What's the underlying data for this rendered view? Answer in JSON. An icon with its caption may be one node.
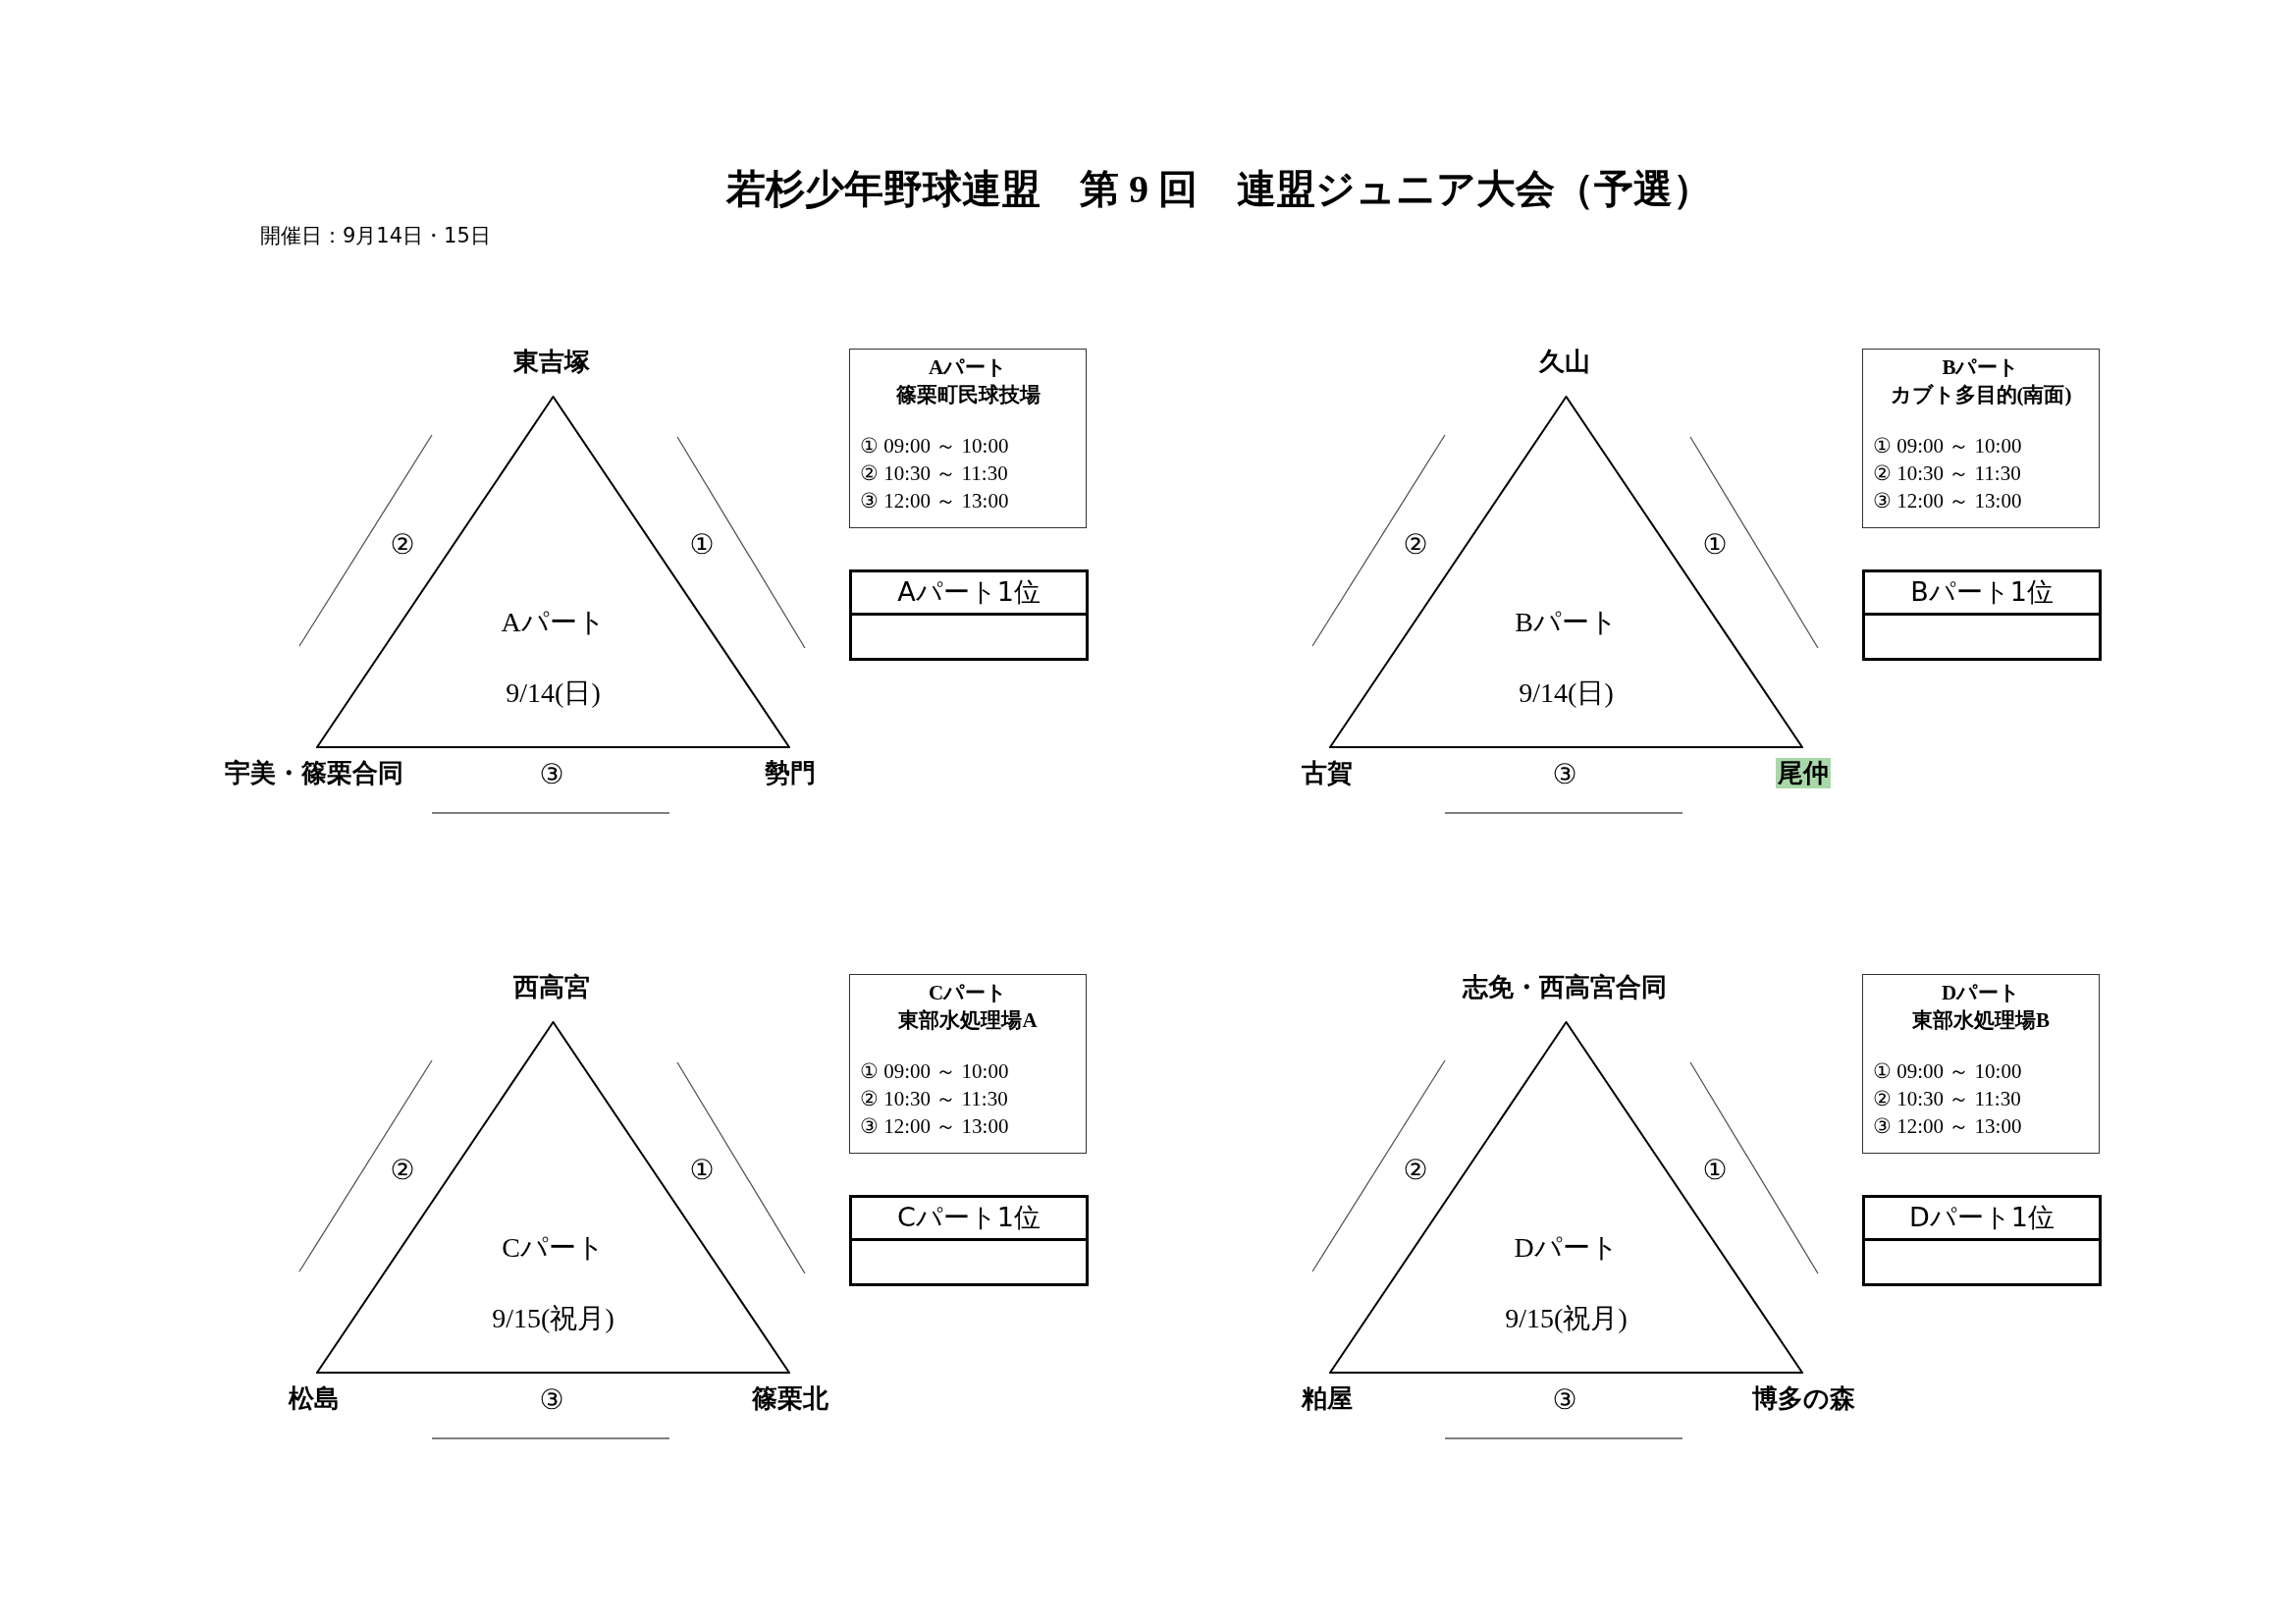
{
  "diagram": {
    "title": "若杉少年野球連盟　第 9 回　連盟ジュニア大会（予選）",
    "nodes": [
      {
        "text": [
          "Aパート",
          "9/14(日)"
        ]
      },
      {
        "text": [
          "Aパート",
          "篠栗町民球技場",
          "① 09:00 ～ 10:00",
          "② 10:30 ～ 11:30",
          "③ 12:00 ～ 13:00"
        ]
      },
      {
        "text": [
          "Aパート1位"
        ]
      },
      {
        "text": [],
        "shape": "box"
      },
      {
        "text": [
          "Bパート",
          "9/14(日)"
        ]
      },
      {
        "text": [
          "Bパート",
          "カブト多目的(南面)",
          "① 09:00 ～ 10:00",
          "② 10:30 ～ 11:30",
          "③ 12:00 ～ 13:00"
        ]
      },
      {
        "text": [
          "Bパート1位"
        ]
      },
      {
        "text": [],
        "shape": "box"
      },
      {
        "text": [
          "Cパート",
          "9/15(祝月)"
        ]
      },
      {
        "text": [
          "Cパート",
          "東部水処理場A",
          "① 09:00 ～ 10:00",
          "② 10:30 ～ 11:30",
          "③ 12:00 ～ 13:00"
        ]
      },
      {
        "text": [
          "Cパート1位"
        ]
      },
      {
        "text": [],
        "shape": "box"
      },
      {
        "text": [
          "Dパート",
          "9/15(祝月)"
        ]
      },
      {
        "text": [
          "Dパート",
          "東部水処理場B",
          "① 09:00 ～ 10:00",
          "② 10:30 ～ 11:30",
          "③ 12:00 ～ 13:00"
        ]
      },
      {
        "text": [
          "Dパート1位"
        ]
      },
      {
        "text": [],
        "shape": "box"
      }
    ],
    "edges": [],
    "labels": [
      "開催日：9月14日・15日",
      "東吉塚",
      "宇美・篠栗合同",
      "勢門",
      "①",
      "②",
      "③",
      "久山",
      "古賀",
      "尾仲",
      "①",
      "②",
      "③",
      "西高宮",
      "松島",
      "篠栗北",
      "①",
      "②",
      "③",
      "志免・西高宮合同",
      "粕屋",
      "博多の森",
      "①",
      "②",
      "③"
    ]
  }
}
